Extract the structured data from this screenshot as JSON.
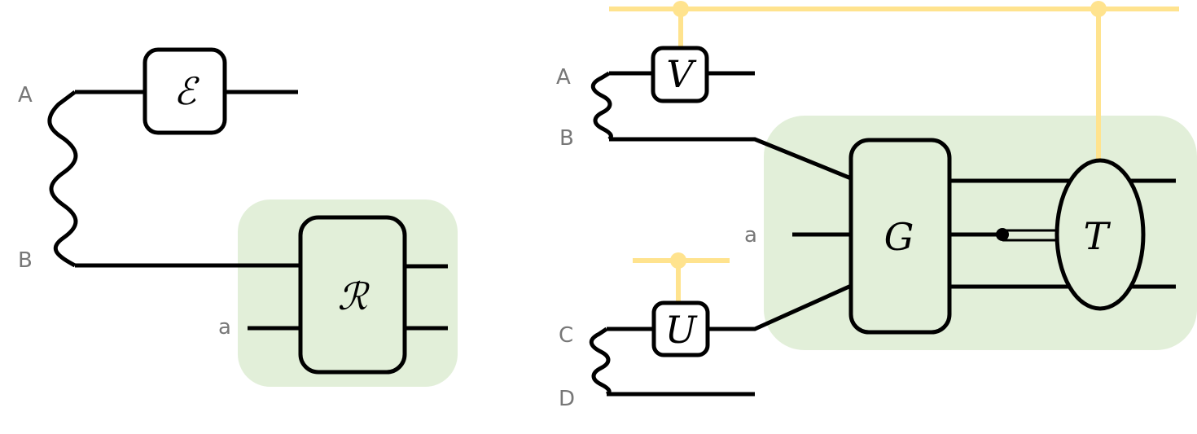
{
  "colors": {
    "region_fill": "#E2EFD9",
    "control_line": "#FFE38E",
    "wire": "#000000",
    "label": "#777777",
    "gate_fill_white": "#FFFFFF"
  },
  "left_diagram": {
    "labels": {
      "A": "A",
      "B": "B",
      "a": "a"
    },
    "gates": {
      "channel": "ℰ",
      "recovery": "ℛ"
    }
  },
  "right_diagram": {
    "labels": {
      "A": "A",
      "B": "B",
      "C": "C",
      "D": "D",
      "a": "a"
    },
    "gates": {
      "V": "V",
      "U": "U",
      "G": "G",
      "T": "T"
    }
  }
}
